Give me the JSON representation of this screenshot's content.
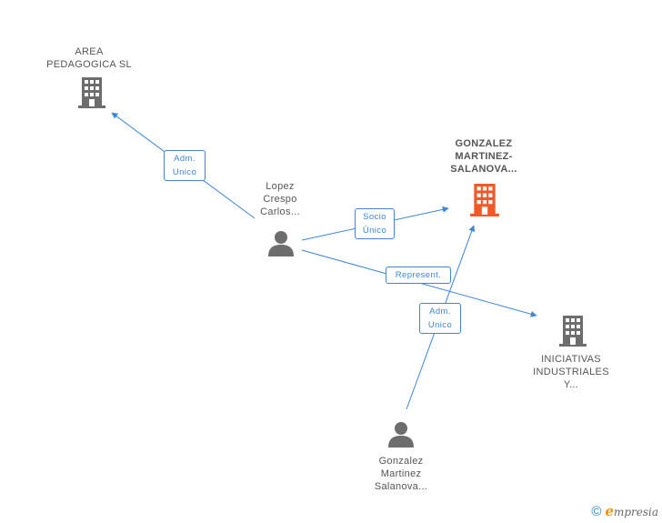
{
  "colors": {
    "edge": "#3d86d8",
    "node": "#6d6d6d",
    "main_node": "#f05a28"
  },
  "nodes": {
    "area_pedagogica": {
      "lines": [
        "AREA",
        "PEDAGOGICA SL"
      ],
      "icon": "building-icon"
    },
    "lopez_crespo": {
      "lines": [
        "Lopez",
        "Crespo",
        "Carlos..."
      ],
      "icon": "person-icon"
    },
    "gonzalez_martinez_company": {
      "lines": [
        "GONZALEZ",
        "MARTINEZ-",
        "SALANOVA..."
      ],
      "icon": "building-icon"
    },
    "iniciativas": {
      "lines": [
        "INICIATIVAS",
        "INDUSTRIALES",
        "Y..."
      ],
      "icon": "building-icon"
    },
    "gonzalez_martinez_person": {
      "lines": [
        "Gonzalez",
        "Martinez",
        "Salanova..."
      ],
      "icon": "person-icon"
    }
  },
  "edges": {
    "adm_unico_1": {
      "lines": [
        "Adm.",
        "Unico"
      ]
    },
    "socio_unico": {
      "lines": [
        "Socio",
        "Único"
      ]
    },
    "represent": {
      "lines": [
        "Represent."
      ]
    },
    "adm_unico_2": {
      "lines": [
        "Adm.",
        "Unico"
      ]
    }
  },
  "footer": {
    "copyright": "©",
    "brand_first": "e",
    "brand_rest": "mpresia"
  }
}
